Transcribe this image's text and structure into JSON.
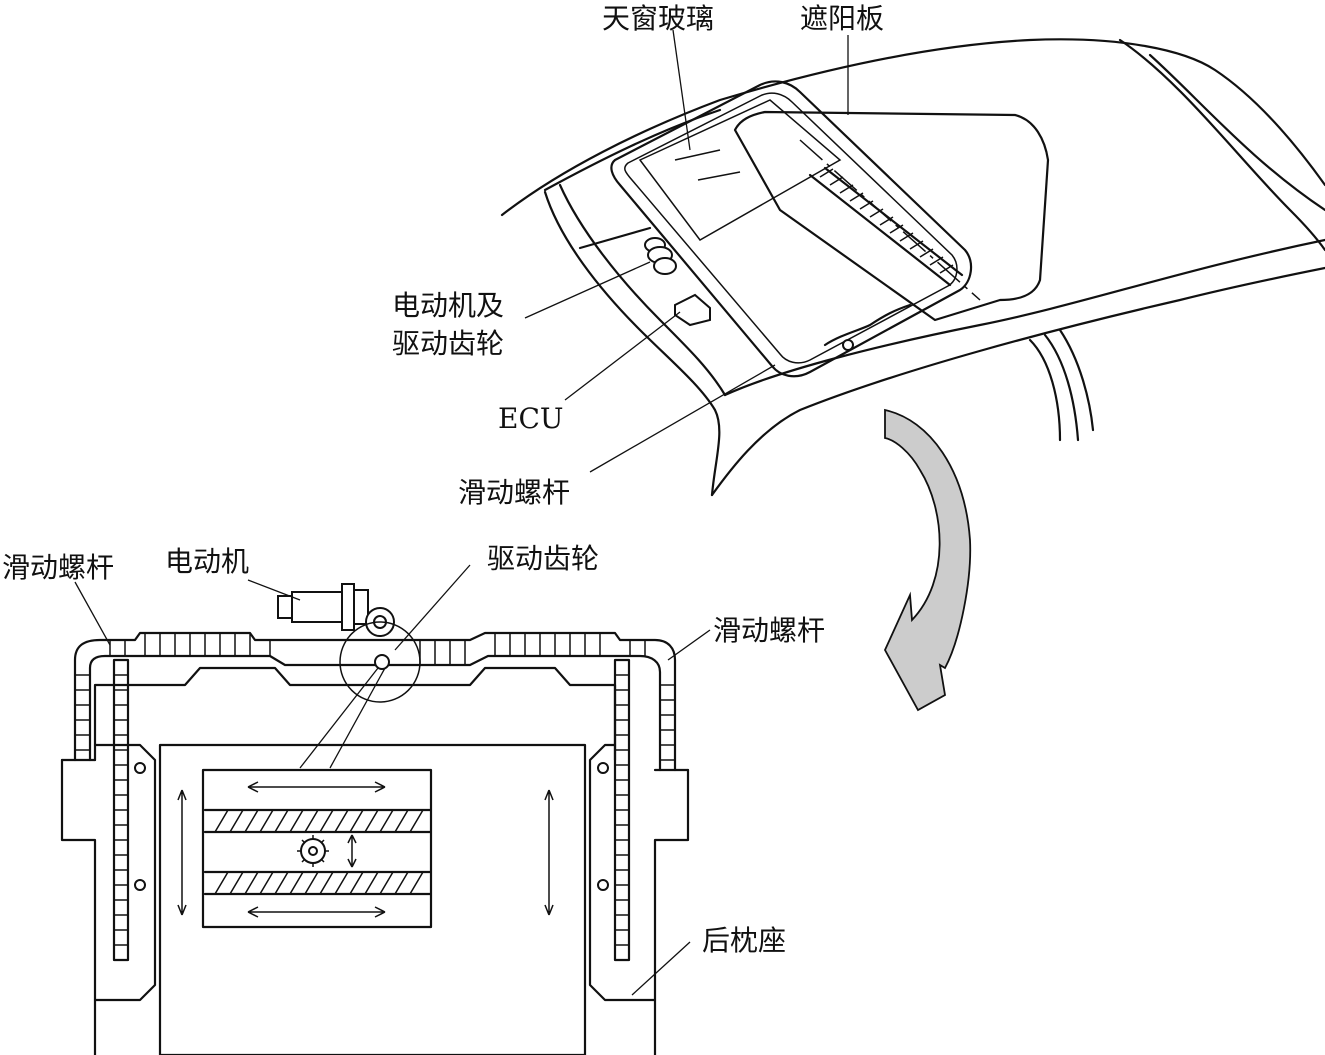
{
  "labels": {
    "glass": "天窗玻璃",
    "sunshade": "遮阳板",
    "motor_gear": "电动机及\n驱动齿轮",
    "ecu": "ECU",
    "cable_top": "滑动螺杆",
    "cable_left": "滑动螺杆",
    "motor": "电动机",
    "drive_gear": "驱动齿轮",
    "cable_right": "滑动螺杆",
    "rear_seat": "后枕座"
  },
  "colors": {
    "stroke": "#111111",
    "arrow_fill": "#cccccc",
    "background": "#ffffff"
  }
}
